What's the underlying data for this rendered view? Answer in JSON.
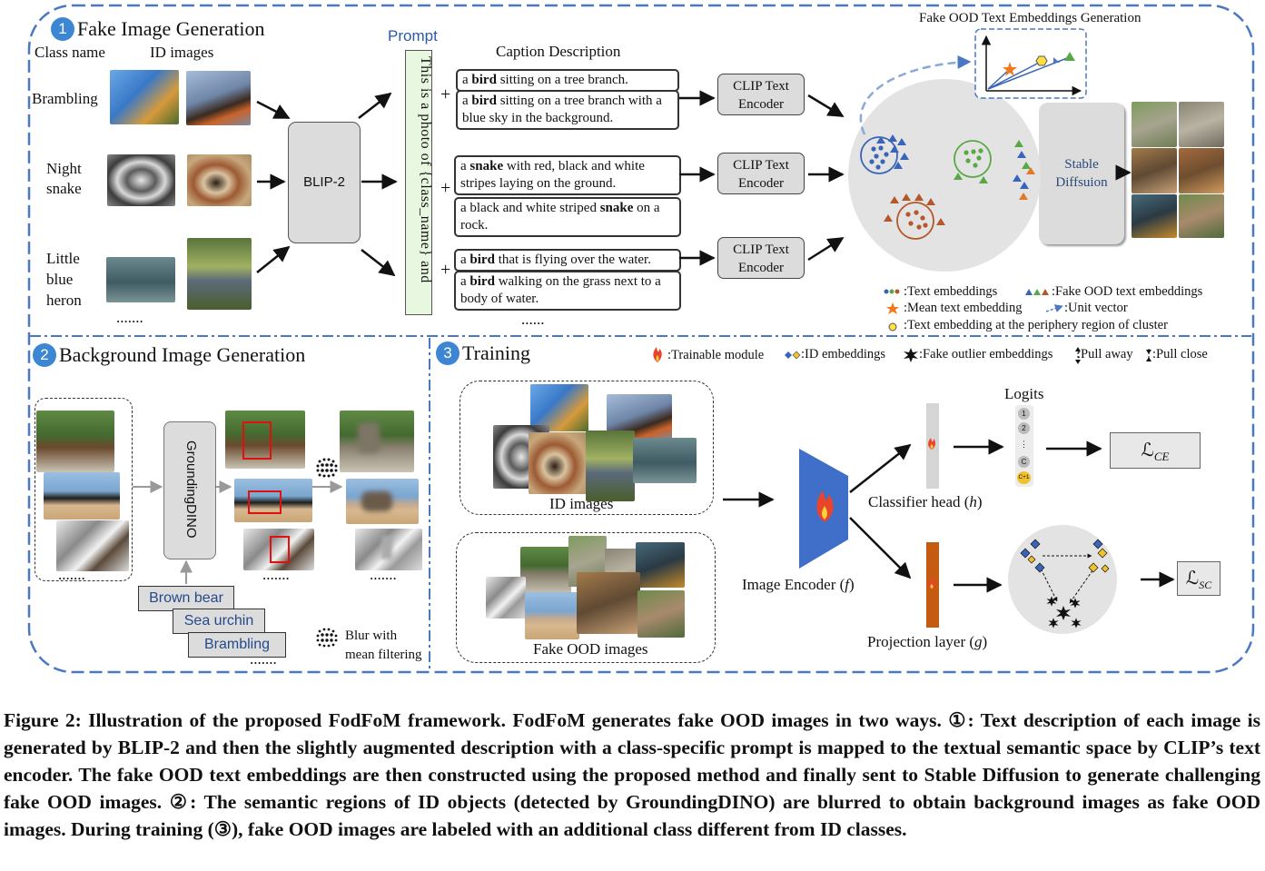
{
  "section1": {
    "number": "1",
    "title": "Fake Image Generation",
    "class_name_header": "Class name",
    "id_images_header": "ID images",
    "classes": [
      "Brambling",
      "Night snake",
      "Little blue heron"
    ],
    "class_line_1": "Night",
    "class_line_2": "snake",
    "class_line_3": "Little",
    "class_line_4": "blue",
    "class_line_5": "heron",
    "ellipsis": ".......",
    "blip": "BLIP-2",
    "prompt_label": "Prompt",
    "prompt_text": "This is a photo of {class_name} and",
    "caption_header": "Caption Description",
    "plus": "+",
    "captions": [
      {
        "pre": "a ",
        "bold": "bird",
        "post": " sitting on a tree branch."
      },
      {
        "pre": "a ",
        "bold": "bird",
        "post": " sitting on a tree branch with a blue sky in the background."
      },
      {
        "pre": "a ",
        "bold": "snake",
        "post": " with red, black and white stripes laying on the ground."
      },
      {
        "pre": "a black and white striped ",
        "bold": "snake",
        "post": " on a rock."
      },
      {
        "pre": "a ",
        "bold": "bird",
        "post": " that is flying over the water."
      },
      {
        "pre": "a ",
        "bold": "bird",
        "post": " walking on the grass next to a body of water."
      }
    ],
    "caption_ellipsis": "......",
    "clip_label_1": "CLIP Text",
    "clip_label_2": "Encoder",
    "fake_ood_title": "Fake OOD Text Embeddings Generation",
    "stable_diffusion_1": "Stable",
    "stable_diffusion_2": "Diffsuion",
    "legend": {
      "text_emb": ":Text embeddings",
      "fake_ood": ":Fake OOD text embeddings",
      "mean": ":Mean text embedding",
      "unit": ":Unit vector",
      "periphery": ":Text embedding at the periphery region of cluster"
    }
  },
  "section2": {
    "number": "2",
    "title": "Background Image Generation",
    "grounding": "GroundingDINO",
    "labels": [
      "Brown bear",
      "Sea urchin",
      "Brambling"
    ],
    "ellipsis": ".......",
    "blur_1": "Blur with",
    "blur_2": "mean filtering"
  },
  "section3": {
    "number": "3",
    "title": "Training",
    "legend_trainable": ":Trainable module",
    "legend_id": ":ID embeddings",
    "legend_outlier": ":Fake outlier embeddings",
    "legend_pull_away": ":Pull away",
    "legend_pull_close": ":Pull close",
    "id_images": "ID images",
    "fake_ood_images": "Fake OOD images",
    "logits": "Logits",
    "logit_items": [
      "1",
      "2",
      "⋮",
      "C",
      "C+1"
    ],
    "classifier": "Classifier head (",
    "classifier_var": "h",
    "image_encoder": "Image Encoder (",
    "image_encoder_var": "f",
    "projection": "Projection layer (",
    "projection_var": "g",
    "paren_close": ")",
    "loss_ce": "ℒ",
    "loss_ce_sub": "CE",
    "loss_sc": "ℒ",
    "loss_sc_sub": "SC"
  },
  "figure_caption": {
    "label": "Figure 2:",
    "text": "Illustration of the proposed FodFoM framework. FodFoM generates fake OOD images in two ways. ①: Text description of each image is generated by BLIP-2 and then the slightly augmented description with a class-specific prompt is mapped to the textual semantic space by CLIP’s text encoder. The fake OOD text embeddings are then constructed using the proposed method and finally sent to Stable Diffusion to generate challenging fake OOD images. ②: The semantic regions of ID objects (detected by GroundingDINO) are blurred to obtain background images as fake OOD images. During training (③), fake OOD images are labeled with an additional class different from ID classes."
  },
  "colors": {
    "accent_blue": "#3d86d3",
    "dashed_border": "#4a78c4",
    "encoder_blue": "#3f6fc9",
    "projection_orange": "#c55a11",
    "prompt_green": "#e8f7e0",
    "red_box": "#e01010"
  }
}
